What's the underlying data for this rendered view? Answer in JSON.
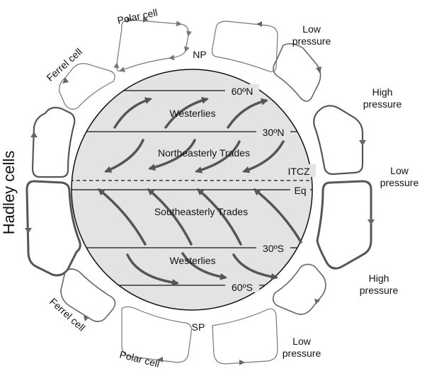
{
  "colors": {
    "globe_fill": "#e3e3e3",
    "outline": "#111111",
    "arrow": "#555555",
    "cell_thin": "#777777",
    "cell_thick": "#555555"
  },
  "poles": {
    "north": "NP",
    "south": "SP"
  },
  "latitudes": {
    "n60": "60ºN",
    "n30": "30ºN",
    "itcz": "ITCZ",
    "eq": "Eq",
    "s30": "30ºS",
    "s60": "60ºS"
  },
  "winds": {
    "north_westerlies": "Westerlies",
    "ne_trades": "Northeasterly Trades",
    "se_trades": "Southeasterly Trades",
    "south_westerlies": "Westerlies"
  },
  "cells": {
    "polar_top": "Polar cell",
    "ferrel_top": "Ferrel cell",
    "hadley": "Hadley cells",
    "ferrel_bottom": "Ferrel cell",
    "polar_bottom": "Polar cell"
  },
  "pressure": {
    "low_top": [
      "Low",
      "pressure"
    ],
    "high_upper": [
      "High",
      "pressure"
    ],
    "low_equator": [
      "Low",
      "pressure"
    ],
    "high_lower": [
      "High",
      "pressure"
    ],
    "low_bottom": [
      "Low",
      "pressure"
    ]
  }
}
